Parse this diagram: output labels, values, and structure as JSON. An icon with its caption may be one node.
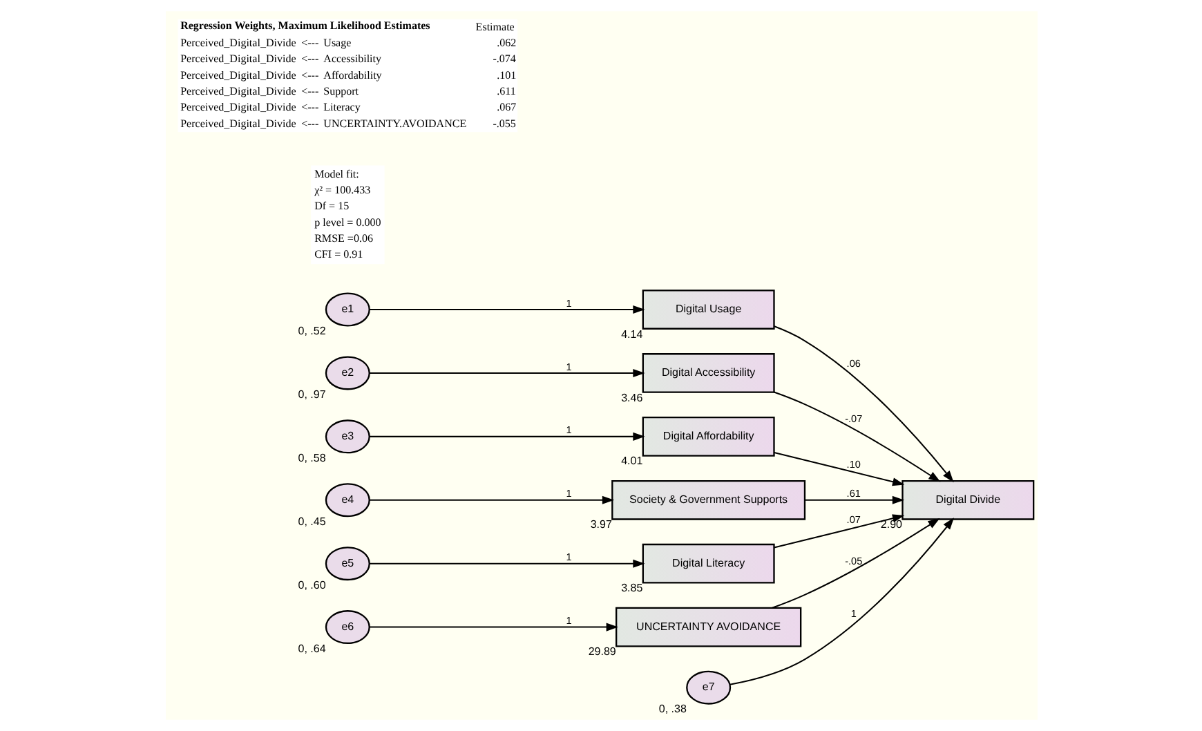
{
  "diagram": {
    "nodes": [
      {
        "text": [
          "e1"
        ],
        "beside": [
          "0, .52"
        ]
      },
      {
        "text": [
          "Digital Usage"
        ],
        "beside": [
          "4.14"
        ]
      },
      {
        "text": [
          "e2"
        ],
        "beside": [
          "0, .97"
        ]
      },
      {
        "text": [
          "Digital Accessibility"
        ],
        "beside": [
          "3.46"
        ]
      },
      {
        "text": [
          "e3"
        ],
        "beside": [
          "0, .58"
        ]
      },
      {
        "text": [
          "Digital Affordability"
        ],
        "beside": [
          "4.01"
        ]
      },
      {
        "text": [
          "e4"
        ],
        "beside": [
          "0, .45"
        ]
      },
      {
        "text": [
          "Society & Government Supports"
        ],
        "beside": [
          "3.97"
        ]
      },
      {
        "text": [
          "e5"
        ],
        "beside": [
          "0, .60"
        ]
      },
      {
        "text": [
          "Digital Literacy"
        ],
        "beside": [
          "3.85"
        ]
      },
      {
        "text": [
          "e6"
        ],
        "beside": [
          "0, .64"
        ]
      },
      {
        "text": [
          "UNCERTAINTY AVOIDANCE"
        ],
        "beside": [
          "29.89"
        ]
      },
      {
        "text": [
          "Digital Divide"
        ],
        "beside": [
          "2.90"
        ]
      },
      {
        "text": [
          "e7"
        ],
        "beside": [
          "0, .38"
        ]
      }
    ],
    "edges": [
      {
        "from": 0,
        "to": 1,
        "arrow": "to",
        "label": "1"
      },
      {
        "from": 2,
        "to": 3,
        "arrow": "to",
        "label": "1"
      },
      {
        "from": 4,
        "to": 5,
        "arrow": "to",
        "label": "1"
      },
      {
        "from": 6,
        "to": 7,
        "arrow": "to",
        "label": "1"
      },
      {
        "from": 8,
        "to": 9,
        "arrow": "to",
        "label": "1"
      },
      {
        "from": 10,
        "to": 11,
        "arrow": "to",
        "label": "1"
      },
      {
        "from": 1,
        "to": 12,
        "arrow": "to",
        "label": ".06"
      },
      {
        "from": 3,
        "to": 12,
        "arrow": "to",
        "label": "-.07"
      },
      {
        "from": 5,
        "to": 12,
        "arrow": "to",
        "label": ".10"
      },
      {
        "from": 7,
        "to": 12,
        "arrow": "to",
        "label": ".61"
      },
      {
        "from": 9,
        "to": 12,
        "arrow": "to",
        "label": ".07"
      },
      {
        "from": 11,
        "to": 12,
        "arrow": "to",
        "label": "-.05"
      },
      {
        "from": 13,
        "to": 12,
        "arrow": "to",
        "label": "1"
      }
    ],
    "labels": [
      "Model fit:",
      "χ² = 100.433",
      "Df = 15",
      "p level = 0.000",
      "RMSE =0.06",
      "CFI = 0.91",
      "Regression Weights, Maximum Likelihood Estimates",
      "Estimate",
      "Perceived_Digital_Divide",
      "<---",
      "Usage",
      ".062",
      "Perceived_Digital_Divide",
      "<---",
      "Accessibility",
      "-.074",
      "Perceived_Digital_Divide",
      "<---",
      "Affordability",
      ".101",
      "Perceived_Digital_Divide",
      "<---",
      "Support",
      ".611",
      "Perceived_Digital_Divide",
      "<---",
      "Literacy",
      ".067",
      "Perceived_Digital_Divide",
      "<---",
      "UNCERTAINTY.AVOIDANCE",
      "-.055"
    ]
  }
}
